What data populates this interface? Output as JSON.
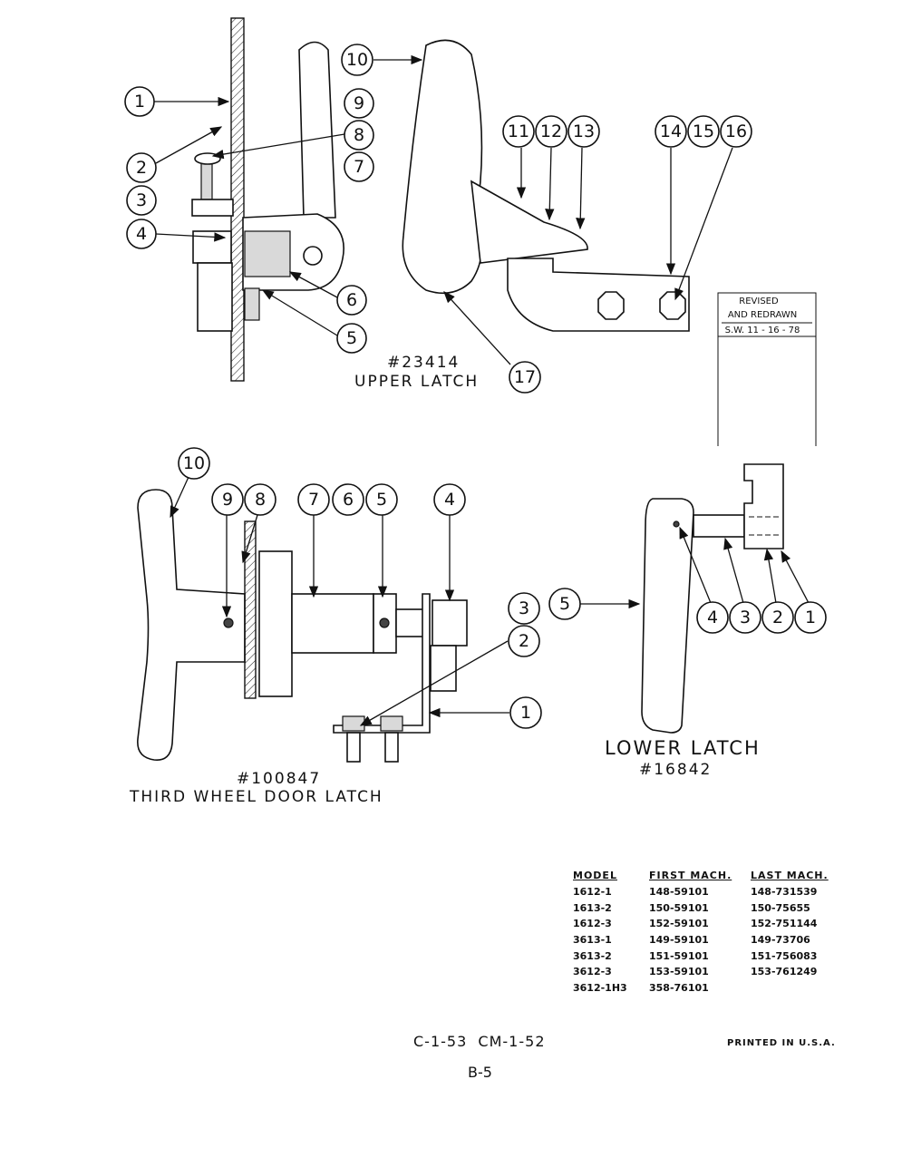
{
  "upper_latch": {
    "part_number": "#23414",
    "title": "UPPER LATCH",
    "callouts": [
      "1",
      "2",
      "3",
      "4",
      "5",
      "6",
      "7",
      "8",
      "9",
      "10",
      "11",
      "12",
      "13",
      "14",
      "15",
      "16",
      "17"
    ]
  },
  "third_wheel_latch": {
    "part_number": "#100847",
    "title": "THIRD WHEEL DOOR LATCH",
    "callouts": [
      "10",
      "9",
      "8",
      "7",
      "6",
      "5",
      "4",
      "3",
      "2",
      "1"
    ]
  },
  "lower_latch": {
    "part_number": "#16842",
    "title": "LOWER LATCH",
    "callouts": [
      "5",
      "4",
      "3",
      "2",
      "1"
    ]
  },
  "revision": {
    "line1": "REVISED",
    "line2": "AND REDRAWN",
    "line3": "S.W. 11 - 16 - 78"
  },
  "model_table": {
    "headers": [
      "MODEL",
      "FIRST MACH.",
      "LAST MACH."
    ],
    "rows": [
      [
        "1612-1",
        "148-59101",
        "148-731539"
      ],
      [
        "1613-2",
        "150-59101",
        "150-75655"
      ],
      [
        "1612-3",
        "152-59101",
        "152-751144"
      ],
      [
        "3613-1",
        "149-59101",
        "149-73706"
      ],
      [
        "3613-2",
        "151-59101",
        "151-756083"
      ],
      [
        "3612-3",
        "153-59101",
        "153-761249"
      ],
      [
        "3612-1H3",
        "358-76101",
        ""
      ]
    ]
  },
  "footer": {
    "code": "C-1-53  CM-1-52",
    "printed": "PRINTED IN U.S.A.",
    "page": "B-5"
  }
}
